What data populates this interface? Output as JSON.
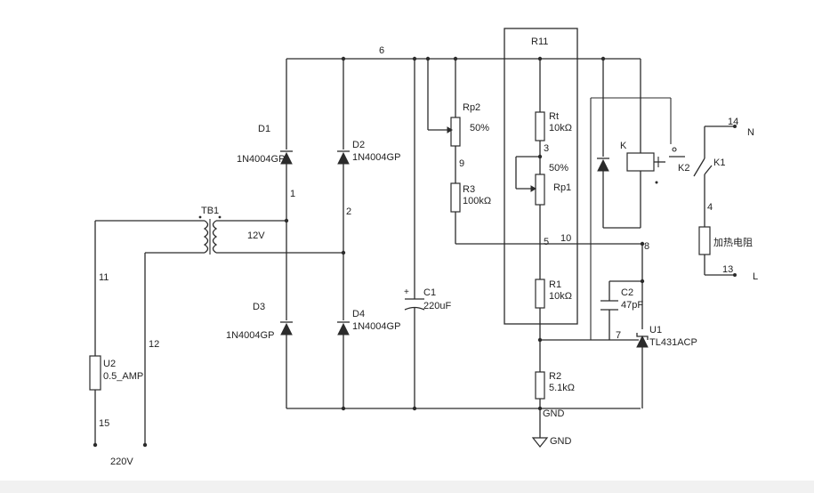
{
  "schematic": {
    "module_box_label": "R11",
    "terminals": {
      "n_label": "N",
      "l_label": "L",
      "mains_label": "220V",
      "gnd_label": "GND",
      "gnd_symbol_label": "GND"
    },
    "components": {
      "d1": {
        "ref": "D1",
        "part": "1N4004GP"
      },
      "d2": {
        "ref": "D2",
        "part": "1N4004GP"
      },
      "d3": {
        "ref": "D3",
        "part": "1N4004GP"
      },
      "d4": {
        "ref": "D4",
        "part": "1N4004GP"
      },
      "tb1": {
        "ref": "TB1",
        "secondary": "12V"
      },
      "c1": {
        "ref": "C1",
        "value": "220uF"
      },
      "rp2": {
        "ref": "Rp2",
        "value": "50%"
      },
      "r3": {
        "ref": "R3",
        "value": "100kΩ"
      },
      "rt": {
        "ref": "Rt",
        "value": "10kΩ"
      },
      "rp1": {
        "ref": "Rp1",
        "value": "50%"
      },
      "r1": {
        "ref": "R1",
        "value": "10kΩ"
      },
      "r2": {
        "ref": "R2",
        "value": "5.1kΩ"
      },
      "c2": {
        "ref": "C2",
        "value": "47pF"
      },
      "u1": {
        "ref": "U1",
        "part": "TL431ACP"
      },
      "u2": {
        "ref": "U2",
        "part": "0.5_AMP"
      },
      "relay": {
        "ref": "K",
        "contact": "K2"
      },
      "k1": {
        "ref": "K1"
      },
      "heater": {
        "label": "加热电阻"
      }
    },
    "nodes": {
      "n1": "1",
      "n2": "2",
      "n3": "3",
      "n4": "4",
      "n5": "5",
      "n6": "6",
      "n7": "7",
      "n8": "8",
      "n9": "9",
      "n10": "10",
      "n11": "11",
      "n12": "12",
      "n13": "13",
      "n14": "14",
      "n15": "15"
    }
  }
}
